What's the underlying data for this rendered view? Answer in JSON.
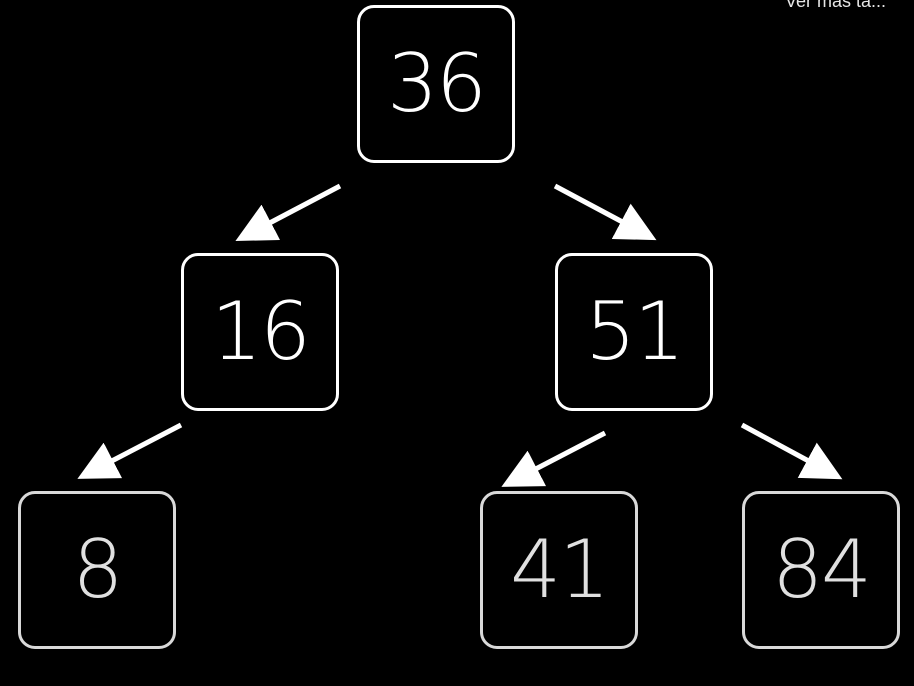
{
  "overlay": {
    "caption": "Ver más ta..."
  },
  "tree": {
    "nodes": [
      {
        "id": "n36",
        "label": "36"
      },
      {
        "id": "n16",
        "label": "16"
      },
      {
        "id": "n51",
        "label": "51"
      },
      {
        "id": "n8",
        "label": "8"
      },
      {
        "id": "n41",
        "label": "41"
      },
      {
        "id": "n84",
        "label": "84"
      }
    ],
    "edges": [
      {
        "from": "36",
        "to": "16"
      },
      {
        "from": "36",
        "to": "51"
      },
      {
        "from": "16",
        "to": "8"
      },
      {
        "from": "51",
        "to": "41"
      },
      {
        "from": "51",
        "to": "84"
      }
    ]
  },
  "colors": {
    "background": "#000000",
    "stroke": "#ffffff",
    "text": "#ffffff"
  }
}
